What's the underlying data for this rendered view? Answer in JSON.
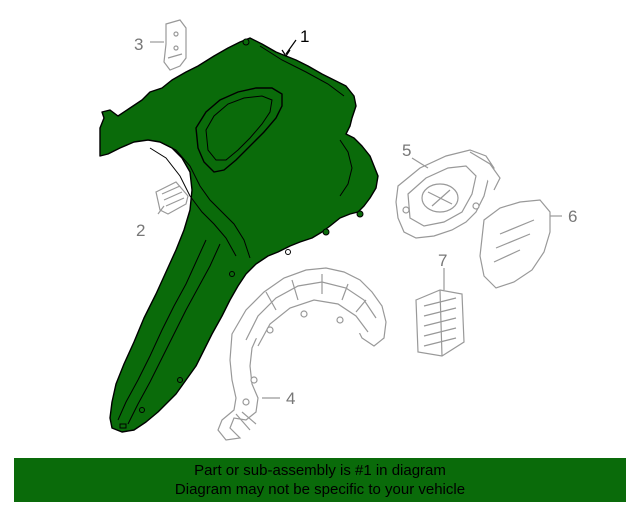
{
  "callouts": [
    {
      "id": "1",
      "label": "1"
    },
    {
      "id": "2",
      "label": "2"
    },
    {
      "id": "3",
      "label": "3"
    },
    {
      "id": "4",
      "label": "4"
    },
    {
      "id": "5",
      "label": "5"
    },
    {
      "id": "6",
      "label": "6"
    },
    {
      "id": "7",
      "label": "7"
    }
  ],
  "colors": {
    "highlight_fill": "#0a6b0a",
    "part_outline": "#000000",
    "other_parts_stroke": "#999999",
    "banner_bg": "#0a6b0a"
  },
  "banner": {
    "line1": "Part or sub-assembly is #1 in diagram",
    "line2": "Diagram may not be specific to your vehicle"
  }
}
